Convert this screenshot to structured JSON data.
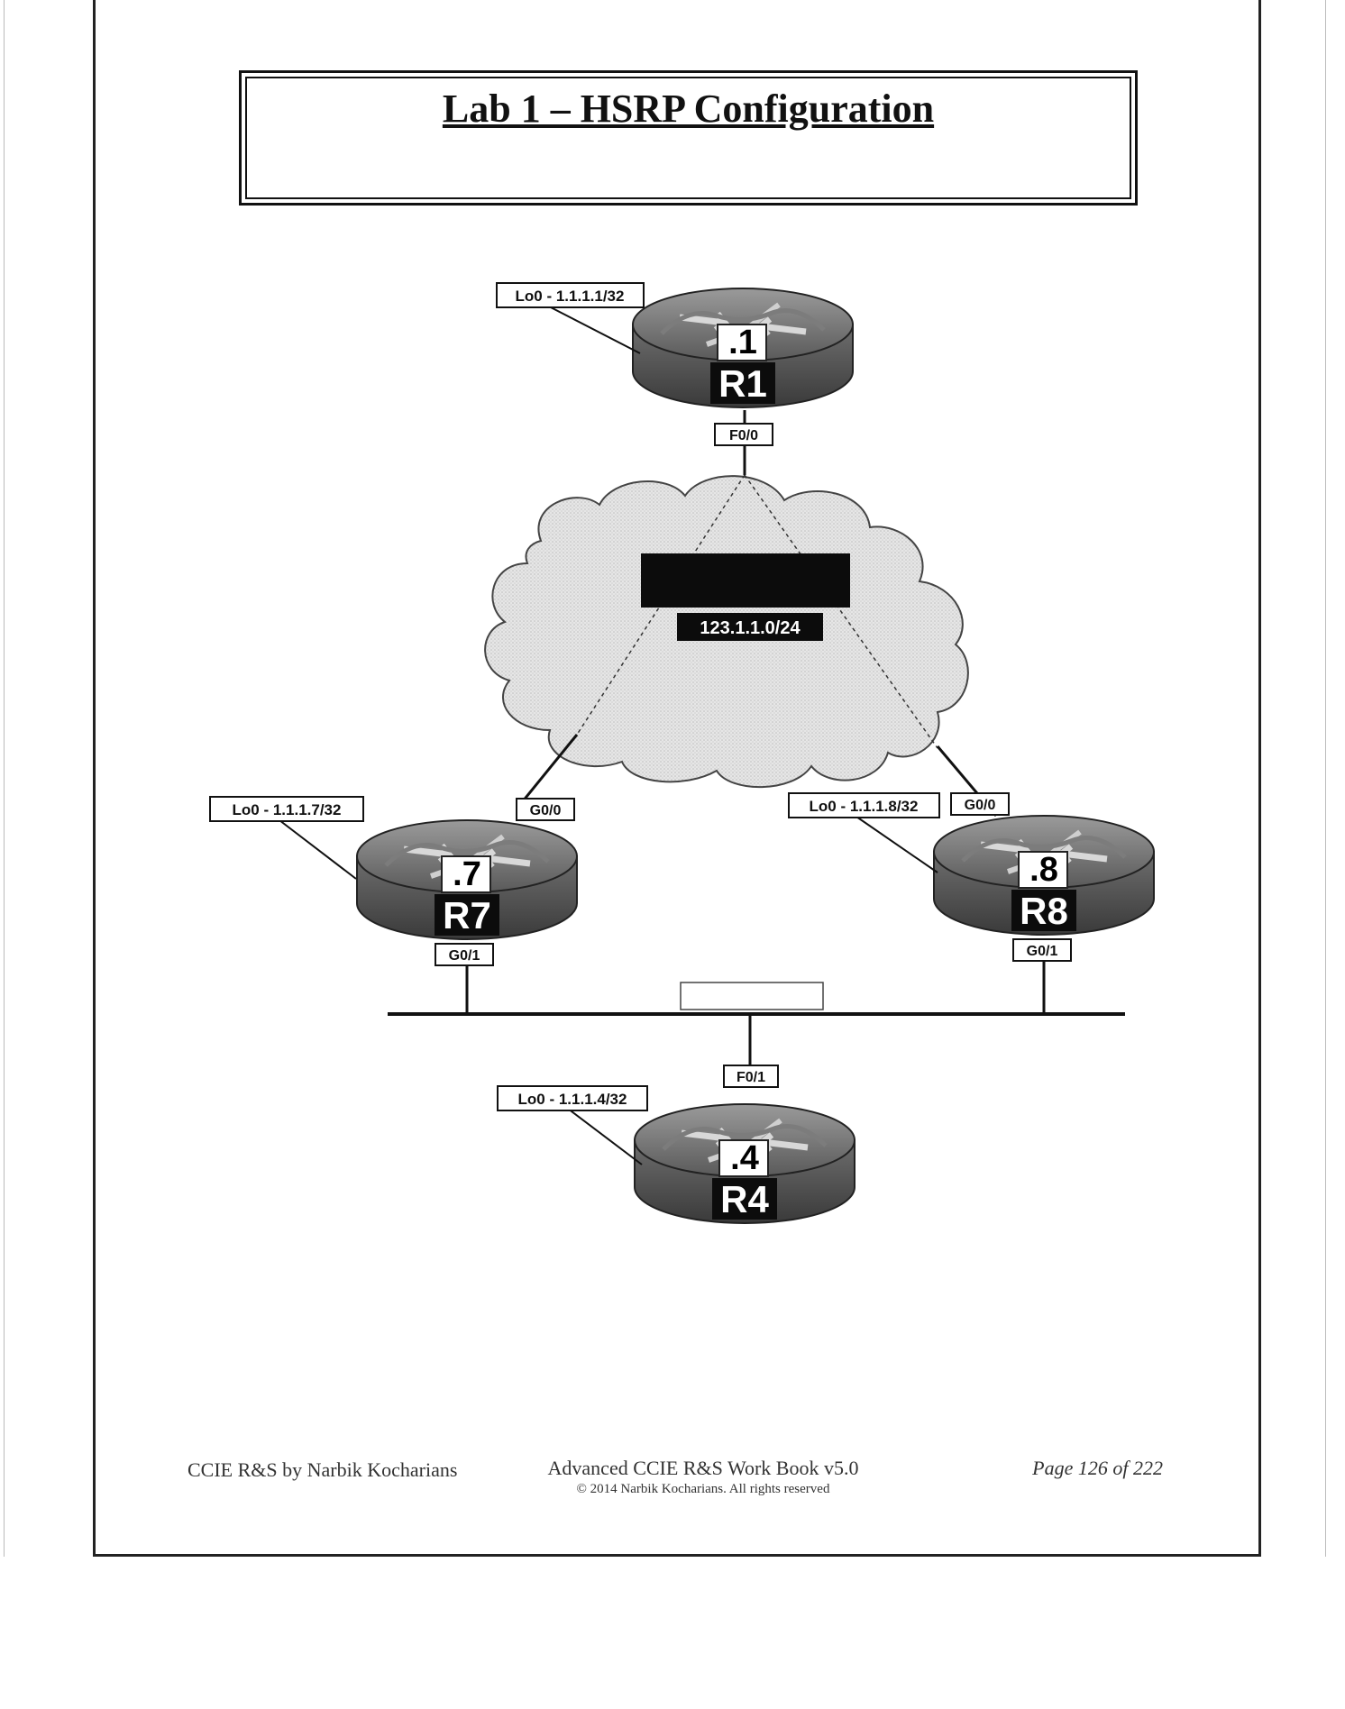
{
  "title": "Lab 1 – HSRP Configuration",
  "network": {
    "subnet": "123.1.1.0/24",
    "cloud_label_redacted": "",
    "lan_label_redacted": ""
  },
  "routers": {
    "r1": {
      "name": "R1",
      "host": ".1",
      "loopback": "Lo0 - 1.1.1.1/32",
      "interface": "F0/0"
    },
    "r7": {
      "name": "R7",
      "host": ".7",
      "loopback": "Lo0 - 1.1.1.7/32",
      "interface_up": "G0/0",
      "interface_down": "G0/1"
    },
    "r8": {
      "name": "R8",
      "host": ".8",
      "loopback": "Lo0 - 1.1.1.8/32",
      "interface_up": "G0/0",
      "interface_down": "G0/1"
    },
    "r4": {
      "name": "R4",
      "host": ".4",
      "loopback": "Lo0 - 1.1.1.4/32",
      "interface": "F0/1"
    }
  },
  "footer": {
    "left": "CCIE R&S by Narbik Kocharians",
    "center": "Advanced CCIE R&S Work Book v5.0",
    "copyright": "© 2014 Narbik Kocharians. All rights reserved",
    "page": "Page 126 of 222"
  },
  "colors": {
    "router_body": "#6a6a6a",
    "cloud_fill": "#e2e2e2",
    "label_dark": "#0c0c0c"
  }
}
